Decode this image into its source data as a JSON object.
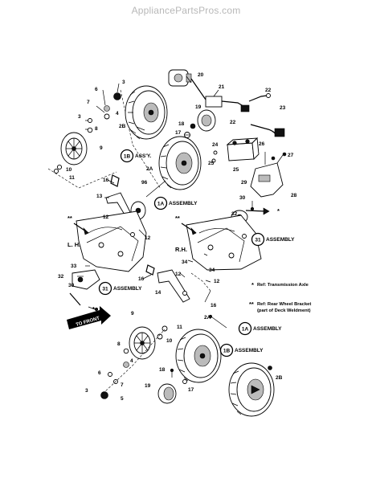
{
  "watermark": "AppliancePartsPros.com",
  "side_labels": {
    "left": "L. H.",
    "right": "R.H."
  },
  "assembly_callouts": [
    {
      "num": "1B",
      "text": "ASS'Y."
    },
    {
      "num": "1A",
      "text": "ASSEMBLY"
    },
    {
      "num": "31",
      "text": "ASSEMBLY"
    },
    {
      "num": "31",
      "text": "ASSEMBLY"
    },
    {
      "num": "1A",
      "text": "ASSEMBLY"
    },
    {
      "num": "1B",
      "text": "ASSEMBLY"
    }
  ],
  "notes": {
    "transmission": "Ref: Transmission Axle",
    "bracket_line1": "Ref: Rear Wheel Bracket",
    "bracket_line2": "(part of Deck Weldment)"
  },
  "to_front": "TO FRONT",
  "part_numbers": {
    "p1": "3",
    "p2": "6",
    "p3": "7",
    "p4": "3",
    "p5": "4",
    "p6": "8",
    "p7": "9",
    "p8": "10",
    "p9": "11",
    "p10": "2B",
    "p11": "20",
    "p12": "21",
    "p13": "22",
    "p14": "19",
    "p15": "23",
    "p16": "18",
    "p17": "17",
    "p18": "22",
    "p19": "24",
    "p20": "26",
    "p21": "25",
    "p22": "25",
    "p23": "27",
    "p24": "2A",
    "p25": "16",
    "p26": "96",
    "p27": "13",
    "p28": "29",
    "p29": "28",
    "p30": "30",
    "p31": "32",
    "p32": "12",
    "p33": "12",
    "p34": "33",
    "p35": "32",
    "p36": "30",
    "p37": "16",
    "p38": "14",
    "p39": "12",
    "p40": "34",
    "p41": "34",
    "p42": "12",
    "p43": "16",
    "p44": "2A",
    "p45": "11",
    "p46": "10",
    "p47": "9",
    "p48": "8",
    "p49": "4",
    "p50": "6",
    "p51": "7",
    "p52": "3",
    "p53": "5",
    "p54": "18",
    "p55": "19",
    "p56": "17",
    "p57": "2B"
  }
}
